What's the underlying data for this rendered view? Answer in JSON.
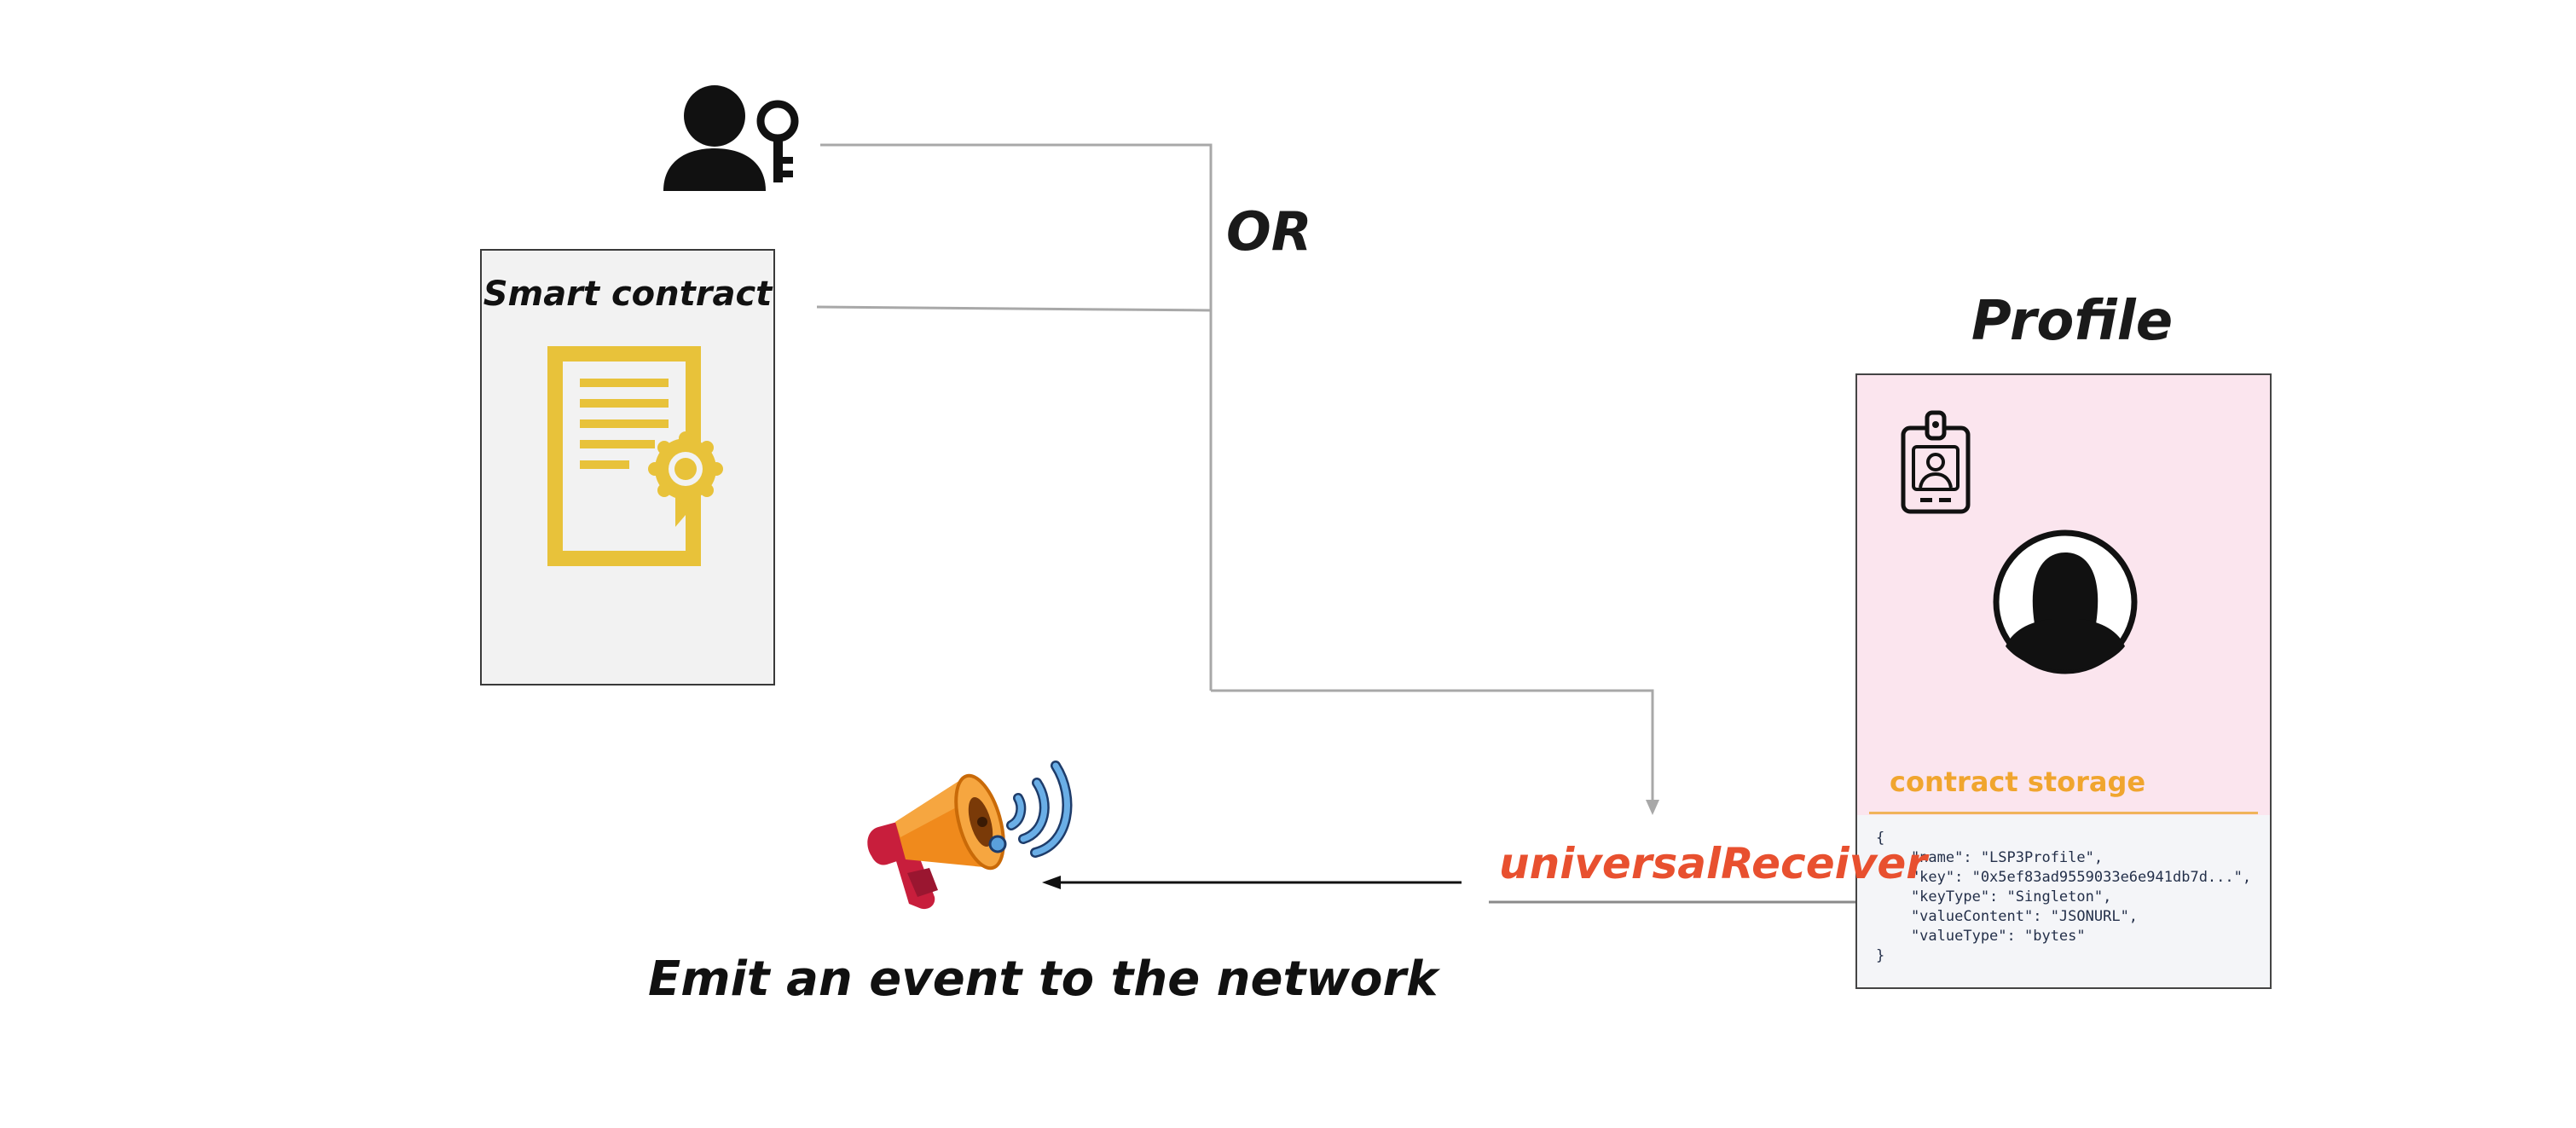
{
  "connector": {
    "or_label": "OR"
  },
  "smart_contract": {
    "title": "Smart contract",
    "icon": "certificate-icon"
  },
  "owner": {
    "icon": "user-key-icon"
  },
  "profile": {
    "title": "Profile",
    "badge_icon": "id-badge-icon",
    "avatar_icon": "woman-avatar-icon",
    "storage_label": "contract storage",
    "storage_json": "{\n    \"name\": \"LSP3Profile\",\n    \"key\": \"0x5ef83ad9559033e6e941db7d...\",\n    \"keyType\": \"Singleton\",\n    \"valueContent\": \"JSONURL\",\n    \"valueType\": \"bytes\"\n}"
  },
  "receiver": {
    "label": "universalReceiver"
  },
  "event": {
    "icon": "megaphone-icon",
    "label": "Emit an event to the network"
  },
  "colors": {
    "certificate": "#e8c23a",
    "profile_background": "#fbe5ee",
    "storage_accent": "#f0a52e",
    "receiver_text": "#e8502f",
    "connector_line": "#a8a8a8"
  }
}
